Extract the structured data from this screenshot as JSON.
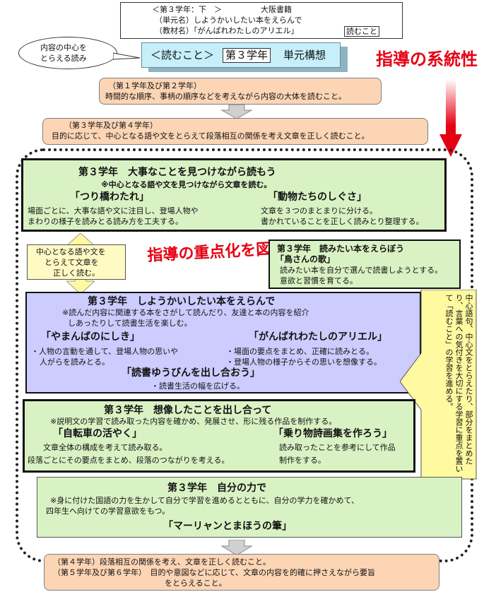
{
  "header": {
    "line1": "＜第３学年：下　＞　　　　　大阪書籍",
    "line2": "（単元名）しようかいしたい本をえらんで",
    "line3": "（教材名）「がんばれわたしのアリエル」",
    "badge": "読むこと"
  },
  "ellipse": {
    "line1": "内容の中心を",
    "line2": "とらえる読み"
  },
  "unit_banner": {
    "prefix": "＜読むこと＞",
    "grade": "第３学年",
    "suffix": "単元構想"
  },
  "red_title": "指導の系統性",
  "prev_grade_box": {
    "label": "（第１学年及び第２学年）",
    "text": "時間的な順序、事柄の順序などを考えながら内容の大体を読むこと。"
  },
  "grade34_box": {
    "label": "（第３学年及び第４学年）",
    "text": "目的に応じて、中心となる語や文をとらえて段落相互の関係を考え文章を正しく読むこと。"
  },
  "block1": {
    "title": "第３学年　大事なことを見つけながら読もう",
    "note": "※中心となる語や文を見つけながら文章を読む。",
    "left_title": "「つり橋わたれ」",
    "left_l1": "場面ごとに、大事な語や文に注目し、登場人物や",
    "left_l2": "まわりの様子を読みとる読み方を工夫する。",
    "right_title": "「動物たちのしぐさ」",
    "right_l1": "文章を３つのまとまりに分ける。",
    "right_l2": "書かれていることを正しく読みとり整理する。"
  },
  "side_note": {
    "l1": "中心となる語や文を",
    "l2": "とらえて文章を",
    "l3": "正しく読む。"
  },
  "emphasis": "指導の重点化を図る",
  "block_book": {
    "title": "第３学年　読みたい本をえらぼう",
    "sub": "「鳥さんの歌」",
    "l1": "読みたい本を自分で選んで読書しようとする。",
    "l2": "意欲と習慣を育てる。"
  },
  "block2": {
    "title": "第３学年　しようかいしたい本をえらんで",
    "note1": "※読んだ内容に関連する本をさがして読んだり、友達と本の内容を紹介",
    "note2": "しあったりして読書生活を楽しむ。",
    "left_title": "「やまんばのにしき」",
    "left_l1": "・人物の言動を通して、登場人物の思いや",
    "left_l2": "人がらを読みとる。",
    "right_title": "「がんばれわたしのアリエル」",
    "right_l1": "・場面の要点をまとめ、正確に読みとる。",
    "right_l2": "・登場人物の様子からその思いを想像する。",
    "bottom_title": "「読書ゆうびんを出し合おう」",
    "bottom_l1": "・読書生活の幅を広げる。"
  },
  "vertical_note": "中心語句、中心文をとらえたり、部分をまとめたり、言葉への気付きを大切にする学習に重点を置いて「読むこと」の学習を進める。",
  "block3": {
    "title": "第３学年　想像したことを出し合って",
    "note": "※説明文の学習で読み取った内容を確かめ、発展させ、形に残る作品を制作する。",
    "left_title": "「自転車の活やく」",
    "left_l1": "文章全体の構成を考えて読み取る。",
    "left_l2": "段落ごとにその要点をまとめ、段落のつながりを考える。",
    "right_title": "「乗り物詩画集を作ろう」",
    "right_l1": "読み取ったことを参考にして作品",
    "right_l2": "制作をする。"
  },
  "block4": {
    "title": "第３学年　自分の力で",
    "note1": "※身に付けた国語の力を生かして自分で学習を進めるとともに、自分の学力を確かめて、",
    "note2": "四年生へ向けての学習意欲をもつ。",
    "work": "「マーリャンとまほうの筆」"
  },
  "bottom_box": {
    "l1": "（第４学年）段落相互の関係を考え、文章を正しく読むこと。",
    "l2": "（第５学年及び第６学年）　目的や意図などに応じて、文章の内容を的確に押さえながら要旨",
    "l3": "をとらえること。"
  },
  "colors": {
    "red": "#e60012",
    "orange": "#fcd5b5",
    "green": "#d9f2c4",
    "purple": "#ccccff",
    "banner": "#c6effa"
  }
}
